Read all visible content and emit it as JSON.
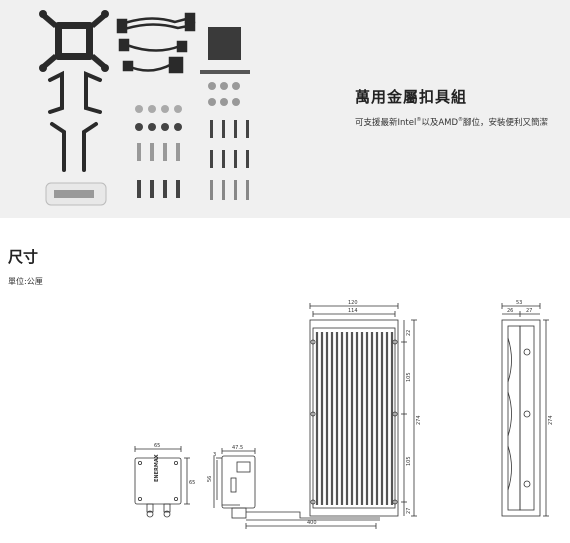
{
  "kit_section": {
    "title": "萬用金屬扣具組",
    "desc_prefix": "可支援最新Intel",
    "desc_reg1": "®",
    "desc_middle": "以及AMD",
    "desc_reg2": "®",
    "desc_suffix": "腳位，安裝便利又簡潔"
  },
  "dimensions_section": {
    "title": "尺寸",
    "unit_label": "單位:公厘",
    "pump_labels": {
      "width": "65",
      "height": "65",
      "brand": "ENERMAX"
    },
    "pump_side_labels": {
      "depth": "47.5",
      "offset": "3",
      "height": "56"
    },
    "radiator_labels": {
      "total_width": "120",
      "inner_width": "114",
      "top_offset": "22",
      "upper_section": "105",
      "total_height": "274",
      "lower_section": "105",
      "bottom_offset": "27",
      "tube_length": "400"
    },
    "side_view_labels": {
      "total_depth": "53",
      "left_depth": "26",
      "right_depth": "27",
      "total_height": "274"
    }
  }
}
